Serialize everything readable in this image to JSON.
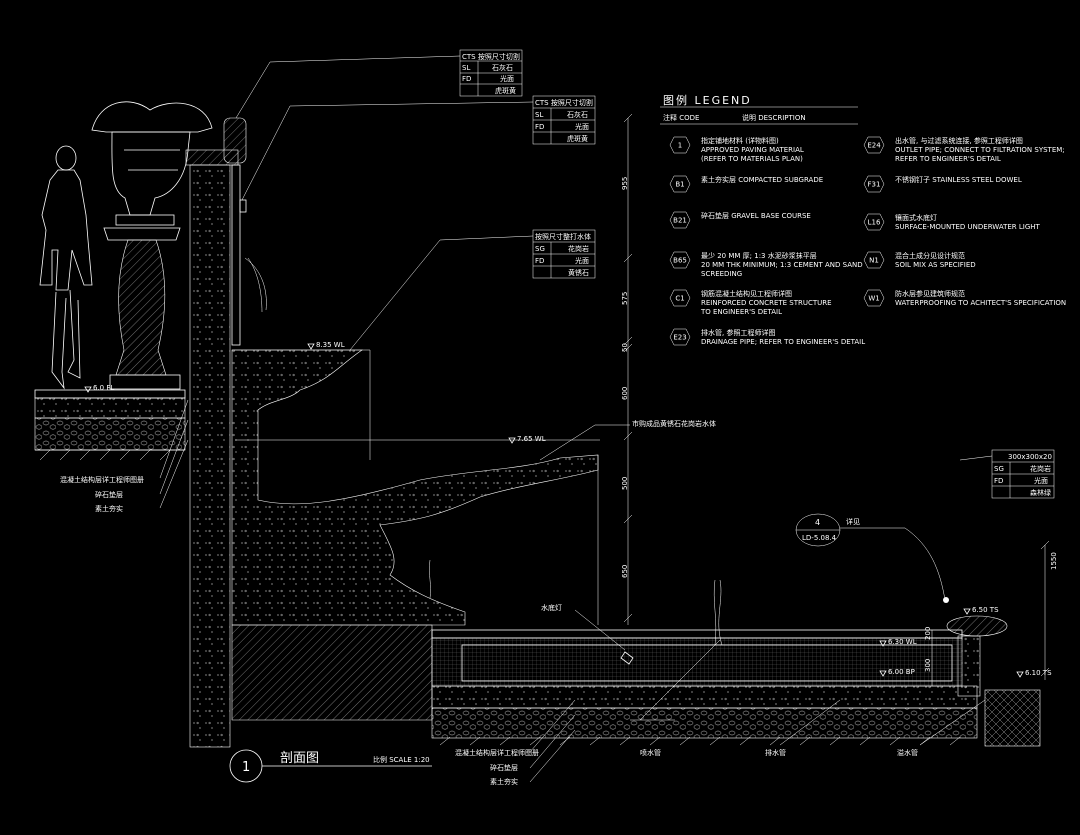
{
  "legend": {
    "title": "图例 LEGEND",
    "col_code": "注释 CODE",
    "col_desc": "说明 DESCRIPTION",
    "left_items": [
      {
        "code": "1",
        "lines": [
          "指定铺地材料 (详物料图)",
          "APPROVED PAVING MATERIAL",
          "(REFER TO MATERIALS PLAN)"
        ]
      },
      {
        "code": "B1",
        "lines": [
          "素土夯实层    COMPACTED SUBGRADE"
        ]
      },
      {
        "code": "B21",
        "lines": [
          "碎石垫层    GRAVEL BASE COURSE"
        ]
      },
      {
        "code": "B65",
        "lines": [
          "最少 20 MM 厚; 1:3 水泥砂浆抹平层",
          "20 MM THK MINIMUM; 1:3 CEMENT AND SAND",
          "SCREEDING"
        ]
      },
      {
        "code": "C1",
        "lines": [
          "钢筋混凝土结构见工程师详图",
          "REINFORCED CONCRETE STRUCTURE",
          "TO ENGINEER'S DETAIL"
        ]
      },
      {
        "code": "E23",
        "lines": [
          "排水管, 参照工程师详图",
          "DRAINAGE PIPE; REFER TO ENGINEER'S DETAIL"
        ]
      }
    ],
    "right_items": [
      {
        "code": "E24",
        "lines": [
          "出水管, 与过滤系统连接, 参照工程师详图",
          "OUTLET PIPE; CONNECT TO FILTRATION SYSTEM;",
          "REFER TO ENGINEER'S DETAIL"
        ]
      },
      {
        "code": "F31",
        "lines": [
          "不锈钢钉子    STAINLESS STEEL DOWEL"
        ]
      },
      {
        "code": "L16",
        "lines": [
          "镶面式水底灯",
          "SURFACE-MOUNTED UNDERWATER LIGHT"
        ]
      },
      {
        "code": "N1",
        "lines": [
          "混合土成分见设计规范",
          "SOIL MIX AS SPECIFIED"
        ]
      },
      {
        "code": "W1",
        "lines": [
          "防水层参见建筑师规范",
          "WATERPROOFING TO ACHITECT'S SPECIFICATION"
        ]
      }
    ]
  },
  "material_tables": [
    {
      "rows": [
        [
          "CTS 按照尺寸切割",
          ""
        ],
        [
          "SL",
          "石灰石"
        ],
        [
          "FD",
          "光面"
        ],
        [
          "",
          "虎斑黄"
        ]
      ]
    },
    {
      "rows": [
        [
          "CTS 按照尺寸切割",
          ""
        ],
        [
          "SL",
          "石灰石"
        ],
        [
          "FD",
          "光面"
        ],
        [
          "",
          "虎斑黄"
        ]
      ]
    },
    {
      "rows": [
        [
          "按照尺寸整打水体",
          ""
        ],
        [
          "SG",
          "花岗岩"
        ],
        [
          "FD",
          "光面"
        ],
        [
          "",
          "黄锈石"
        ]
      ]
    },
    {
      "rows": [
        [
          "300x300x20",
          ""
        ],
        [
          "SG",
          "花岗岩"
        ],
        [
          "FD",
          "光面"
        ],
        [
          "",
          "森林绿"
        ]
      ]
    }
  ],
  "dimensions": [
    "955",
    "575",
    "50",
    "600",
    "500",
    "650",
    "1550",
    "200",
    "300"
  ],
  "levels": [
    "8.35 WL",
    "7.65 WL",
    "6.0 FL",
    "6.50 TS",
    "6.30 WL",
    "6.00 BP",
    "6.10 TS"
  ],
  "annotations": {
    "granite_body": "市购成品黄锈石花岗岩水体",
    "underwater_light": "水底灯",
    "ref_detail": "详见",
    "detail_num": "4",
    "detail_code": "LD-5.08.4",
    "left_concrete": "混凝土结构层详工程师图册",
    "left_gravel": "碎石垫层",
    "left_soil": "素土夯实",
    "bottom_concrete": "混凝土结构层详工程师图册",
    "bottom_gravel": "碎石垫层",
    "bottom_soil": "素土夯实",
    "spray_pipe": "喷水管",
    "drain_pipe": "排水管",
    "overflow_pipe": "溢水管"
  },
  "title_block": {
    "number": "1",
    "name": "剖面图",
    "scale": "比例 SCALE 1:20"
  }
}
